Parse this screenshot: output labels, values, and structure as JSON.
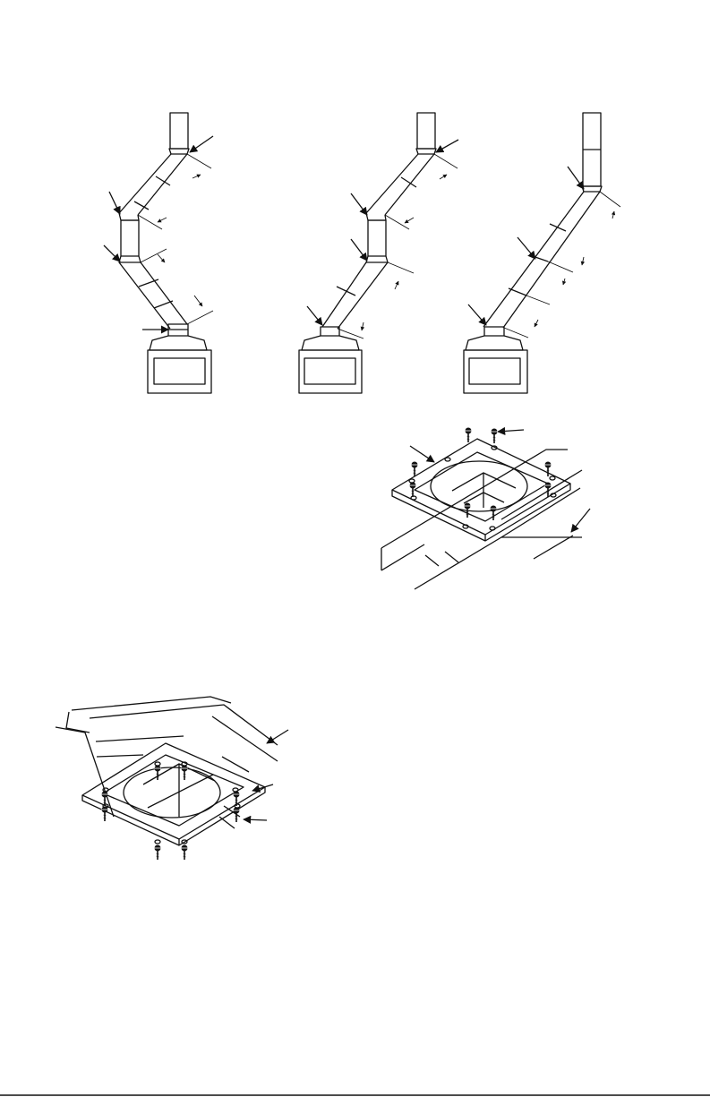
{
  "page": {
    "background": "#ffffff",
    "ink_color": "#111111"
  },
  "figures": [
    {
      "id": "offset-vent-two-elbow-pairs",
      "icon": "vent-pipe-diagram"
    },
    {
      "id": "offset-vent-one-elbow-pair",
      "icon": "vent-pipe-diagram"
    },
    {
      "id": "offset-vent-single-offset",
      "icon": "vent-pipe-diagram"
    },
    {
      "id": "firestop-ceiling-above",
      "icon": "firestop-diagram"
    },
    {
      "id": "firestop-ceiling-below",
      "icon": "firestop-diagram"
    }
  ]
}
